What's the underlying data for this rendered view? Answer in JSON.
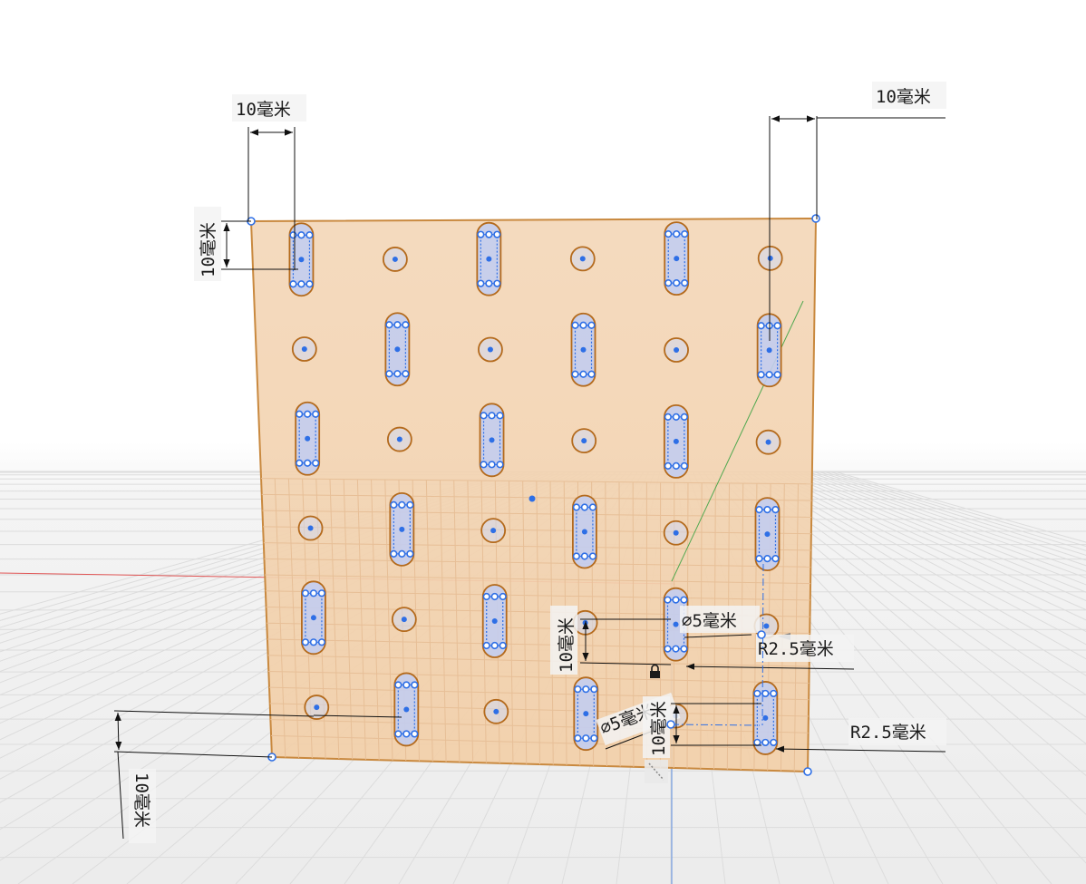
{
  "viewport": {
    "background": "#ffffff",
    "grid_color": "#d8d8d8",
    "x_axis_color": "#e05555",
    "y_axis_color": "#4fa84f",
    "z_axis_color": "#5b8de0"
  },
  "plate": {
    "fill": "#f3d4b3",
    "edge": "#c9893f",
    "hole_outline": "#b46a1c",
    "selection_color": "#2e6fe6"
  },
  "dimensions": {
    "top_left_width": "10毫米",
    "top_right_width": "10毫米",
    "left_height": "10毫米",
    "bottom_left_height": "10毫米",
    "center_height": "10毫米",
    "lower_height": "10毫米",
    "diameter_upper": "⌀5毫米",
    "diameter_lower": "⌀5毫米",
    "radius_upper": "R2.5毫米",
    "radius_lower": "R2.5毫米"
  },
  "icons": {
    "lock": "lock-icon"
  }
}
